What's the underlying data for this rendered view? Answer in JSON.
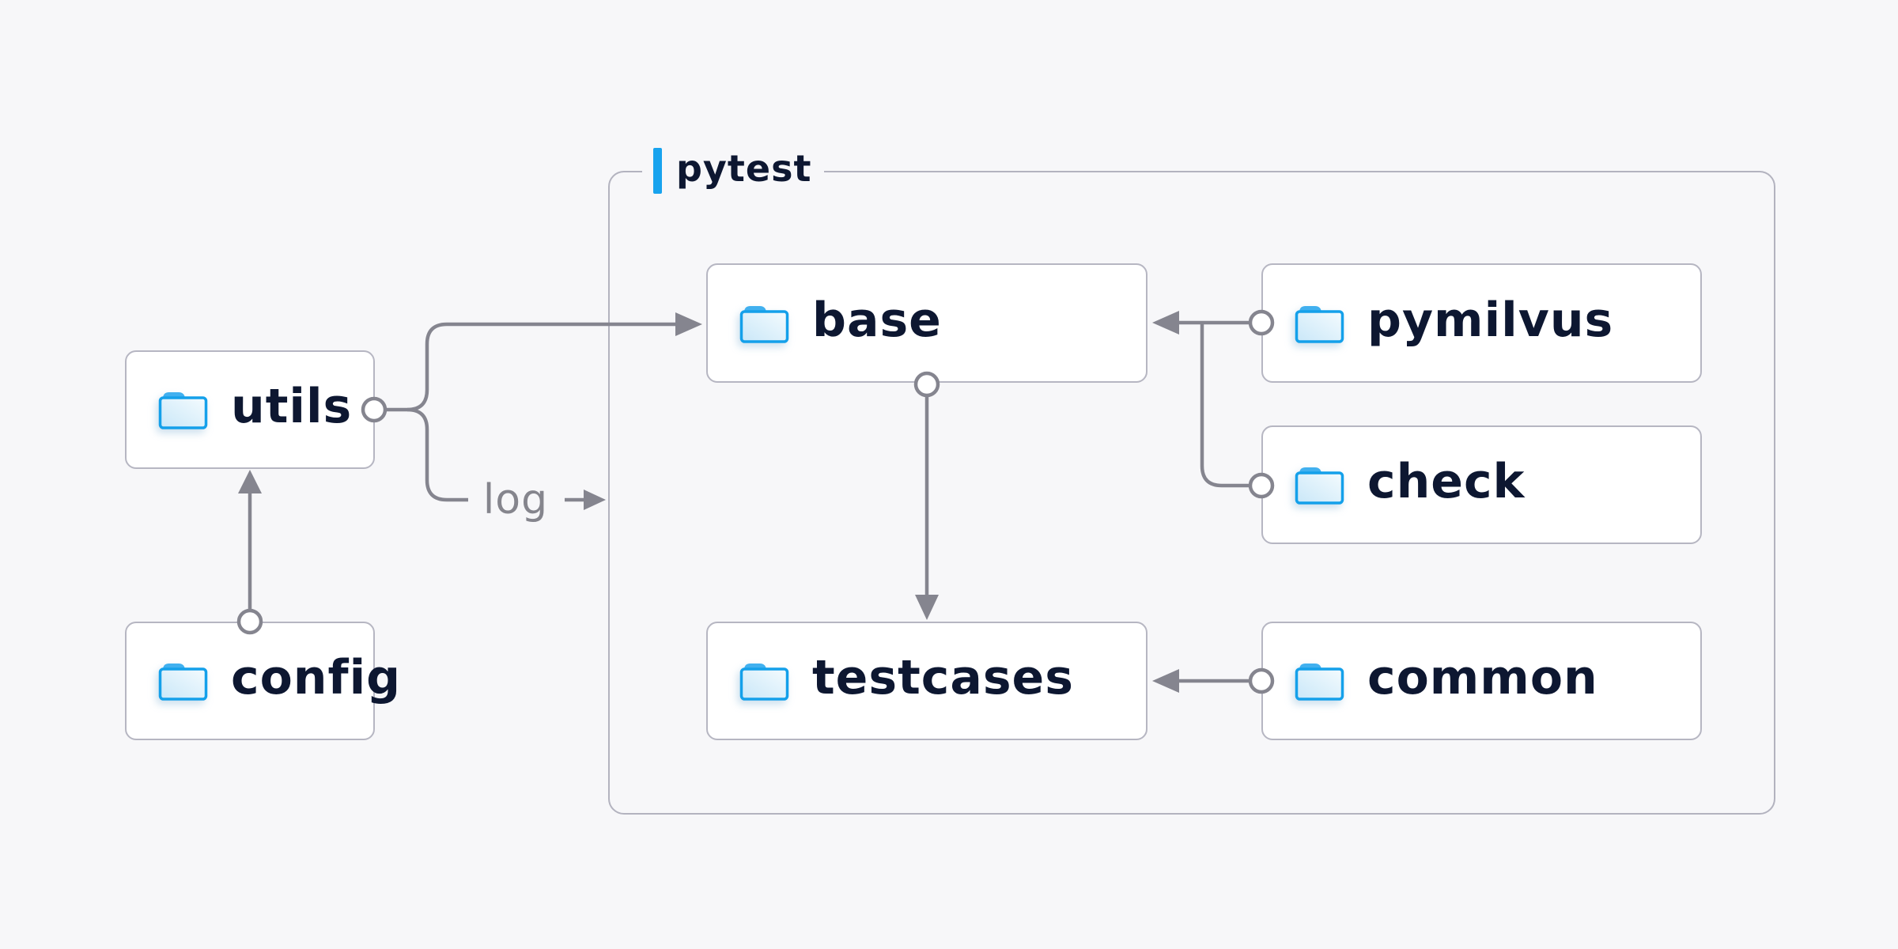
{
  "diagram": {
    "type": "folder-structure",
    "container": {
      "label": "pytest"
    },
    "nodes": {
      "utils": {
        "label": "utils",
        "icon": "folder-icon",
        "inside_container": false
      },
      "config": {
        "label": "config",
        "icon": "folder-icon",
        "inside_container": false
      },
      "base": {
        "label": "base",
        "icon": "folder-icon",
        "inside_container": true
      },
      "pymilvus": {
        "label": "pymilvus",
        "icon": "folder-icon",
        "inside_container": true
      },
      "check": {
        "label": "check",
        "icon": "folder-icon",
        "inside_container": true
      },
      "testcases": {
        "label": "testcases",
        "icon": "folder-icon",
        "inside_container": true
      },
      "common": {
        "label": "common",
        "icon": "folder-icon",
        "inside_container": true
      }
    },
    "edges": [
      {
        "from": "config",
        "to": "utils",
        "style": "arrow"
      },
      {
        "from": "utils",
        "to": "base",
        "style": "arrow"
      },
      {
        "from": "utils",
        "to": "log",
        "style": "arrow",
        "label": "log"
      },
      {
        "from": "base",
        "to": "testcases",
        "style": "arrow"
      },
      {
        "from": "pymilvus",
        "to": "base",
        "style": "arrow"
      },
      {
        "from": "check",
        "to": "base",
        "style": "arrow-shared"
      },
      {
        "from": "common",
        "to": "testcases",
        "style": "arrow"
      }
    ],
    "edge_label": {
      "text": "log"
    }
  },
  "colors": {
    "bg": "#f7f7f9",
    "node-bg": "#ffffff",
    "node-border": "#b6b6c2",
    "container-border": "#b3b3bf",
    "line": "#85858f",
    "text": "#0d1731",
    "muted": "#85858d",
    "accent": "#18a3ee",
    "folder-stroke": "#14a0ea"
  }
}
